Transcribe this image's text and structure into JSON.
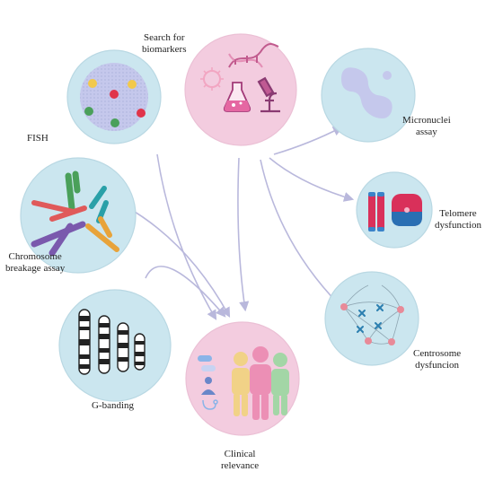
{
  "diagram": {
    "nodes": {
      "biomarkers": {
        "label_line1": "Search for",
        "label_line2": "biomarkers",
        "theme_color": "#f3ccdf"
      },
      "fish": {
        "label": "FISH",
        "theme_color": "#cbe6ef"
      },
      "chromosome_breakage": {
        "label_line1": "Chromosome",
        "label_line2": "breakage assay",
        "theme_color": "#cbe6ef"
      },
      "g_banding": {
        "label": "G-banding",
        "theme_color": "#cbe6ef"
      },
      "clinical": {
        "label_line1": "Clinical",
        "label_line2": "relevance",
        "theme_color": "#f3ccdf"
      },
      "micronuclei": {
        "label_line1": "Micronuclei",
        "label_line2": "assay",
        "theme_color": "#cbe6ef"
      },
      "telomere": {
        "label_line1": "Telomere",
        "label_line2": "dysfunction",
        "theme_color": "#cbe6ef"
      },
      "centrosome": {
        "label_line1": "Centrosome",
        "label_line2": "dysfuncion",
        "theme_color": "#cbe6ef"
      }
    },
    "edges": [
      {
        "from": "biomarkers",
        "to": "micronuclei"
      },
      {
        "from": "biomarkers",
        "to": "telomere"
      },
      {
        "from": "biomarkers",
        "to": "centrosome"
      },
      {
        "from": "biomarkers",
        "to": "clinical"
      },
      {
        "from": "fish",
        "to": "clinical"
      },
      {
        "from": "chromosome_breakage",
        "to": "clinical"
      },
      {
        "from": "g_banding",
        "to": "clinical"
      }
    ],
    "colors": {
      "arrow": "#b9b8dc",
      "chrom_green": "#4aa05a",
      "chrom_teal": "#2aa0a8",
      "chrom_red": "#e05a5a",
      "chrom_purple": "#7a59ad",
      "chrom_orange": "#e8a33a",
      "person_yellow": "#f1d287",
      "person_pink": "#ec8fb5",
      "person_green": "#a3d6a6"
    }
  }
}
